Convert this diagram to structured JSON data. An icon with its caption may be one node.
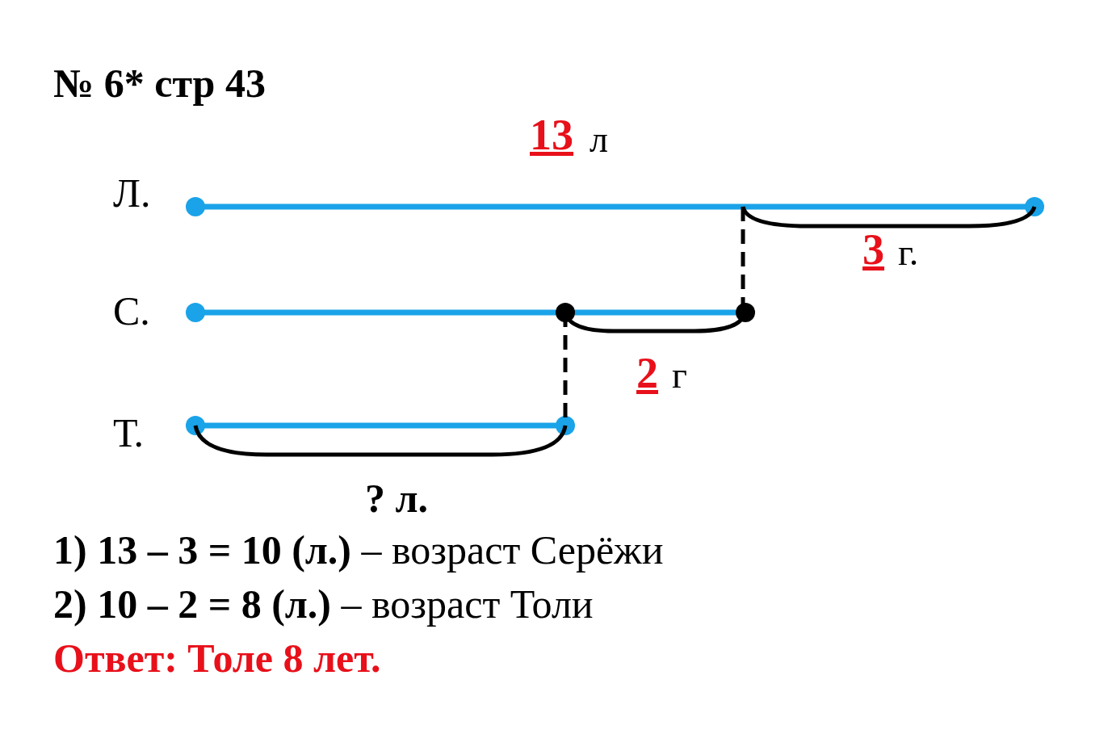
{
  "diagram": {
    "title": "№ 6* стр 43",
    "labels": [
      "13",
      "л",
      "Л.",
      "3",
      "г.",
      "С.",
      "2",
      "г",
      "Т.",
      "? л.",
      "**1) 13 – 3 = 10 (л.)** – возраст Серёжи",
      "**2) 10 – 2 = 8 (л.)** – возраст Толи",
      "Ответ: Толе 8 лет."
    ]
  }
}
